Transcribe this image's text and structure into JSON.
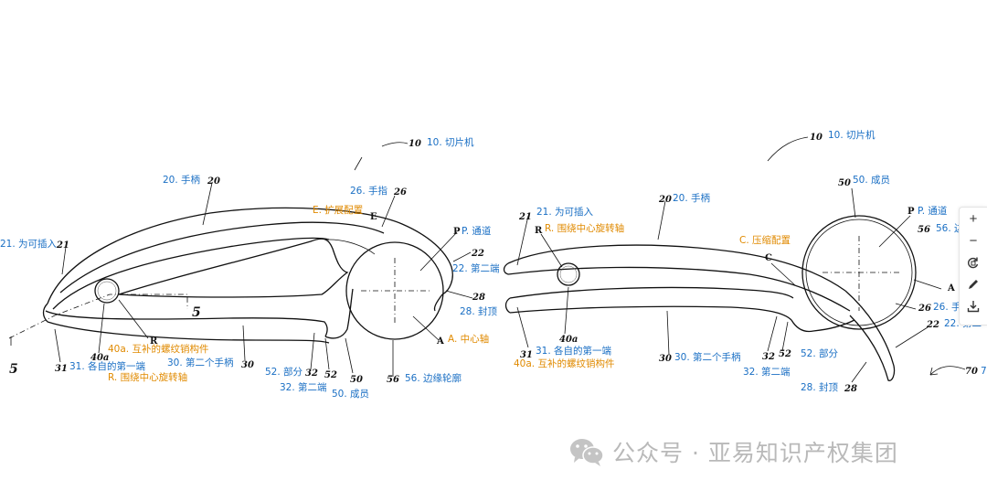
{
  "left_figure": {
    "ref_numbers": {
      "n10": "10",
      "n20": "20",
      "n26": "26",
      "nE": "E",
      "nP": "P",
      "n22": "22",
      "n28": "28",
      "n21": "21",
      "n5a": "5",
      "n5b": "5",
      "nR": "R",
      "n40a": "40a",
      "n31": "31",
      "n30": "30",
      "n32": "32",
      "n52": "52",
      "n50": "50",
      "n56": "56",
      "nA": "A"
    },
    "labels": {
      "cutter": "10. 切片机",
      "handle": "20. 手柄",
      "finger": "26. 手指",
      "expand": "E. 扩展配置",
      "channel": "P. 通道",
      "second_end_22": "22. 第二端",
      "seal": "28. 封顶",
      "center_axis": "A. 中心轴",
      "insertable": "21. 为可插入",
      "complementary": "40a. 互补的螺纹销构件",
      "first_end": "31. 各自的第一端",
      "second_handle": "30. 第二个手柄",
      "rotate": "R. 围绕中心旋转轴",
      "part": "52. 部分",
      "second_end_32": "32. 第二端",
      "member": "50. 成员",
      "edge_contour": "56. 边缘轮廓"
    }
  },
  "right_figure": {
    "ref_numbers": {
      "n10": "10",
      "n50": "50",
      "n21": "21",
      "nR": "R",
      "n20": "20",
      "nC": "C",
      "nP": "P",
      "n56": "56",
      "nA": "A",
      "n26": "26",
      "n22": "22",
      "n31": "31",
      "n40a": "40a",
      "n30": "30",
      "n32": "32",
      "n52": "52",
      "n28": "28",
      "n70": "70"
    },
    "labels": {
      "cutter": "10. 切片机",
      "member": "50. 成员",
      "insertable": "21. 为可插入",
      "rotate": "R. 围绕中心旋转轴",
      "handle": "20. 手柄",
      "compress": "C. 压缩配置",
      "channel": "P. 通道",
      "edge_contour": "56. 边",
      "finger": "26. 手",
      "second_end_22": "22. 第二",
      "first_end": "31. 各自的第一端",
      "complementary": "40a. 互补的螺纹销构件",
      "second_handle": "30. 第二个手柄",
      "part": "52. 部分",
      "second_end_32": "32. 第二端",
      "seal": "28. 封顶",
      "n70_cut": "7"
    }
  },
  "toolbar": {
    "icons": [
      "plus-icon",
      "minus-icon",
      "rotate-icon",
      "pen-icon",
      "download-icon"
    ],
    "plus": "+",
    "minus": "−"
  },
  "watermark": {
    "text": "公众号 · 亚易知识产权集团",
    "icon": "wechat-icon"
  },
  "colors": {
    "blue_label": "#1a6fc4",
    "orange_label": "#e08a00",
    "watermark": "#b9b9b9"
  }
}
